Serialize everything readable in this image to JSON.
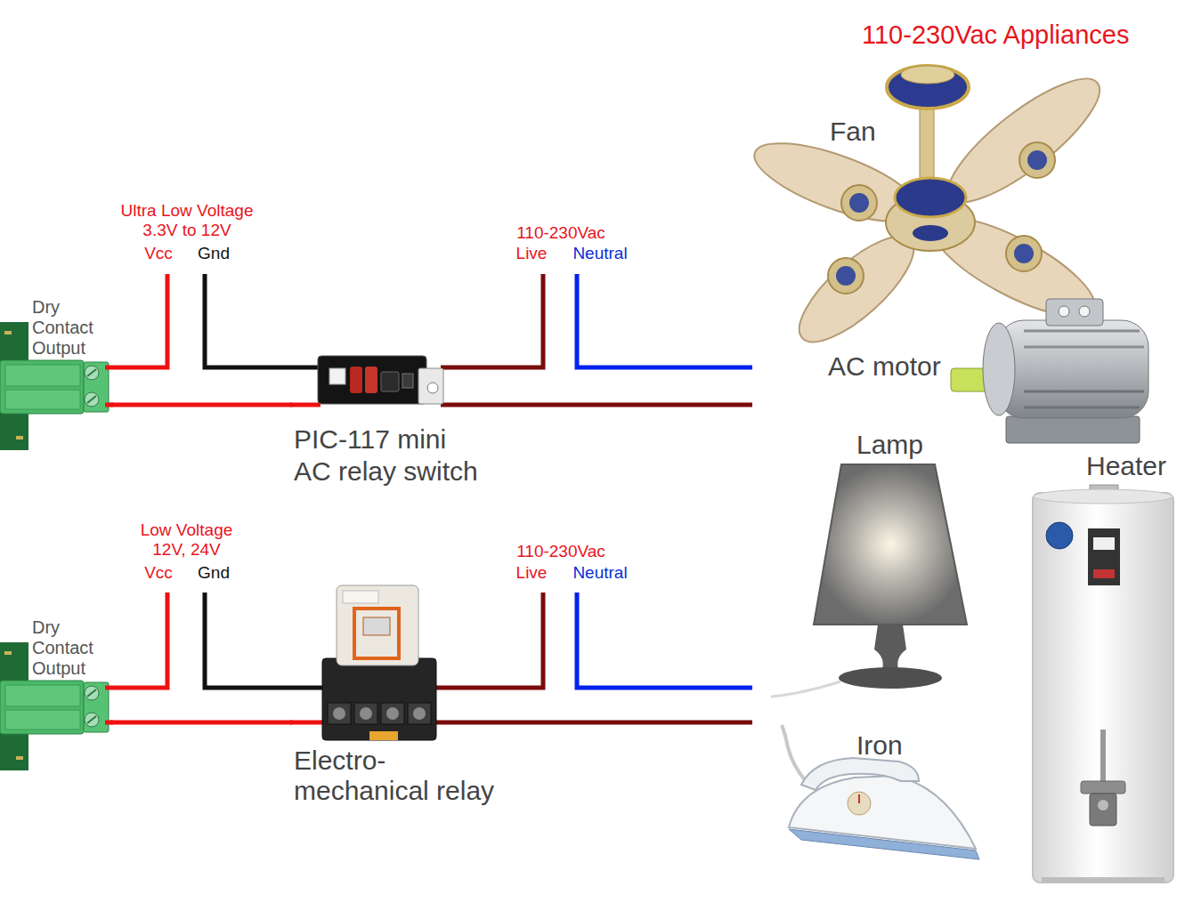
{
  "diagram": {
    "title": "110-230Vac Appliances",
    "nodes": [
      {
        "text": [
          "Dry Contact Output"
        ]
      },
      {
        "text": [
          "PIC-117 mini AC relay switch"
        ]
      },
      {
        "text": [
          "Dry Contact Output"
        ]
      },
      {
        "text": [
          "Electro- mechanical relay"
        ]
      }
    ],
    "edges": [
      {
        "from": 0,
        "to": 1,
        "arrow": "none"
      },
      {
        "from": 2,
        "to": 3,
        "arrow": "none"
      }
    ],
    "labels": [
      "Ultra Low Voltage 3.3V to 12V",
      "Vcc",
      "Gnd",
      "110-230Vac",
      "Live",
      "Neutral",
      "Fan",
      "AC motor",
      "Lamp",
      "Heater",
      "Low Voltage 12V, 24V",
      "Vcc",
      "Gnd",
      "110-230Vac",
      "Live",
      "Neutral",
      "Iron"
    ]
  }
}
